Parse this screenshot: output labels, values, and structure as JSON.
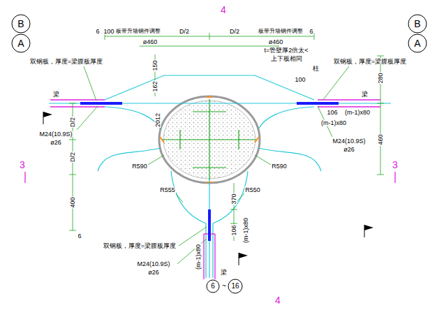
{
  "diagram": {
    "nodes": [
      {
        "text": [
          "B",
          "A"
        ]
      },
      {
        "text": [
          "B",
          "A"
        ]
      }
    ],
    "labels": [
      "4",
      "4",
      "6",
      "100",
      "板带升墙钢件调整",
      "D/2",
      "D/2",
      "板带升墙钢件调整",
      "6",
      "ø460",
      "ø460",
      "双钢板，厚度=梁腹板厚度",
      "双钢板，厚度=梁腹板厚度",
      "梁",
      "梁",
      "柱",
      "t=管壁厚2倍太<",
      "上下板相同",
      "100",
      "150",
      "162",
      "2012",
      "280",
      "460",
      "106",
      "(m-1)x80",
      "(m-1)x80",
      "M24(10.9S)",
      "ø26",
      "M24(10.9S)",
      "ø26",
      "3",
      "3",
      "D/2",
      "D/2",
      "400",
      "6",
      "R590",
      "R590",
      "R555",
      "R550",
      "370",
      "106",
      "(m-1)x80",
      "(m-1)x80",
      "梁",
      "双钢板，厚度=梁腹板厚度",
      "M24(10.9S)",
      "ø26",
      "6",
      "~",
      "16"
    ]
  }
}
